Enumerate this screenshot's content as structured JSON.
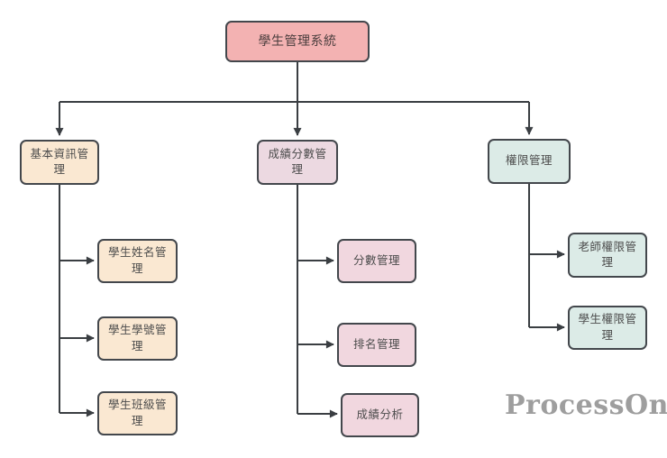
{
  "diagram": {
    "root": {
      "label": "學生管理系統",
      "fill": "#f3b2b2"
    },
    "branches": [
      {
        "label": "基本資訊管\n理",
        "fill": "#fae8d2",
        "children": [
          {
            "label": "學生姓名管\n理",
            "fill": "#fae8d2"
          },
          {
            "label": "學生學號管\n理",
            "fill": "#fae8d2"
          },
          {
            "label": "學生班級管\n理",
            "fill": "#fae8d2"
          }
        ]
      },
      {
        "label": "成績分數管\n理",
        "fill": "#ecd9e1",
        "children": [
          {
            "label": "分數管理",
            "fill": "#f1d7df"
          },
          {
            "label": "排名管理",
            "fill": "#f1d7df"
          },
          {
            "label": "成績分析",
            "fill": "#f1d7df"
          }
        ]
      },
      {
        "label": "權限管理",
        "fill": "#dcebe7",
        "children": [
          {
            "label": "老師權限管\n理",
            "fill": "#dcebe7"
          },
          {
            "label": "學生權限管\n理",
            "fill": "#dcebe7"
          }
        ]
      }
    ]
  },
  "watermark": {
    "label": "ProcessOn",
    "color": "#9e9e9e"
  },
  "colors": {
    "background": "#ffffff",
    "border": "#43474c",
    "connector": "#3a3e42",
    "text": "#4c4c4c"
  }
}
